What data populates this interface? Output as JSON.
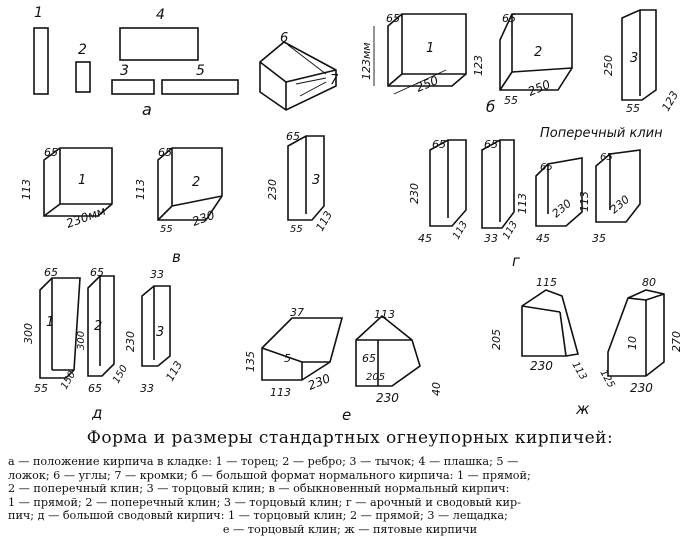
{
  "caption": "Форма и размеры стандартных огнеупорных кирпичей:",
  "legend_lines": [
    "а — положение кирпича в кладке: 1 — торец; 2 — ребро; 3 — тычок; 4 — плашка; 5 —",
    "ложок; 6 — углы; 7 — кромки; б — большой формат нормального кирпича: 1 — прямой;",
    "2 — поперечный клин; 3 — торцовый клин; в — обыкновенный нормальный кирпич:",
    "1 — прямой; 2 — поперечный клин; 3 — торцовый клин; г — арочный и сводовый кир-",
    "пич; д — большой сводовый кирпич: 1 — торцовый клин; 2 — прямой; 3 — лещадка;",
    "е — торцовый клин; ж — пятовые кирпичи"
  ],
  "section_labels": {
    "a": "а",
    "b": "б",
    "v": "в",
    "g": "г",
    "d": "д",
    "e": "е",
    "zh": "ж"
  },
  "g_title": "Поперечный клин",
  "nums": {
    "n1": "1",
    "n2": "2",
    "n3": "3",
    "n4": "4",
    "n5": "5",
    "n6": "6",
    "n7": "7",
    "n10": "10"
  },
  "dims": {
    "d65": "65",
    "d123mm": "123мм",
    "d250": "250",
    "d123": "123",
    "d55": "55",
    "d230mm": "230мм",
    "d113": "113",
    "d230": "230",
    "d45": "45",
    "d33": "33",
    "d35": "35",
    "d300": "300",
    "d150": "150",
    "d37": "37",
    "d135": "135",
    "d205": "205",
    "d40": "40",
    "d115": "115",
    "d80": "80",
    "d270": "270",
    "d125": "125"
  }
}
